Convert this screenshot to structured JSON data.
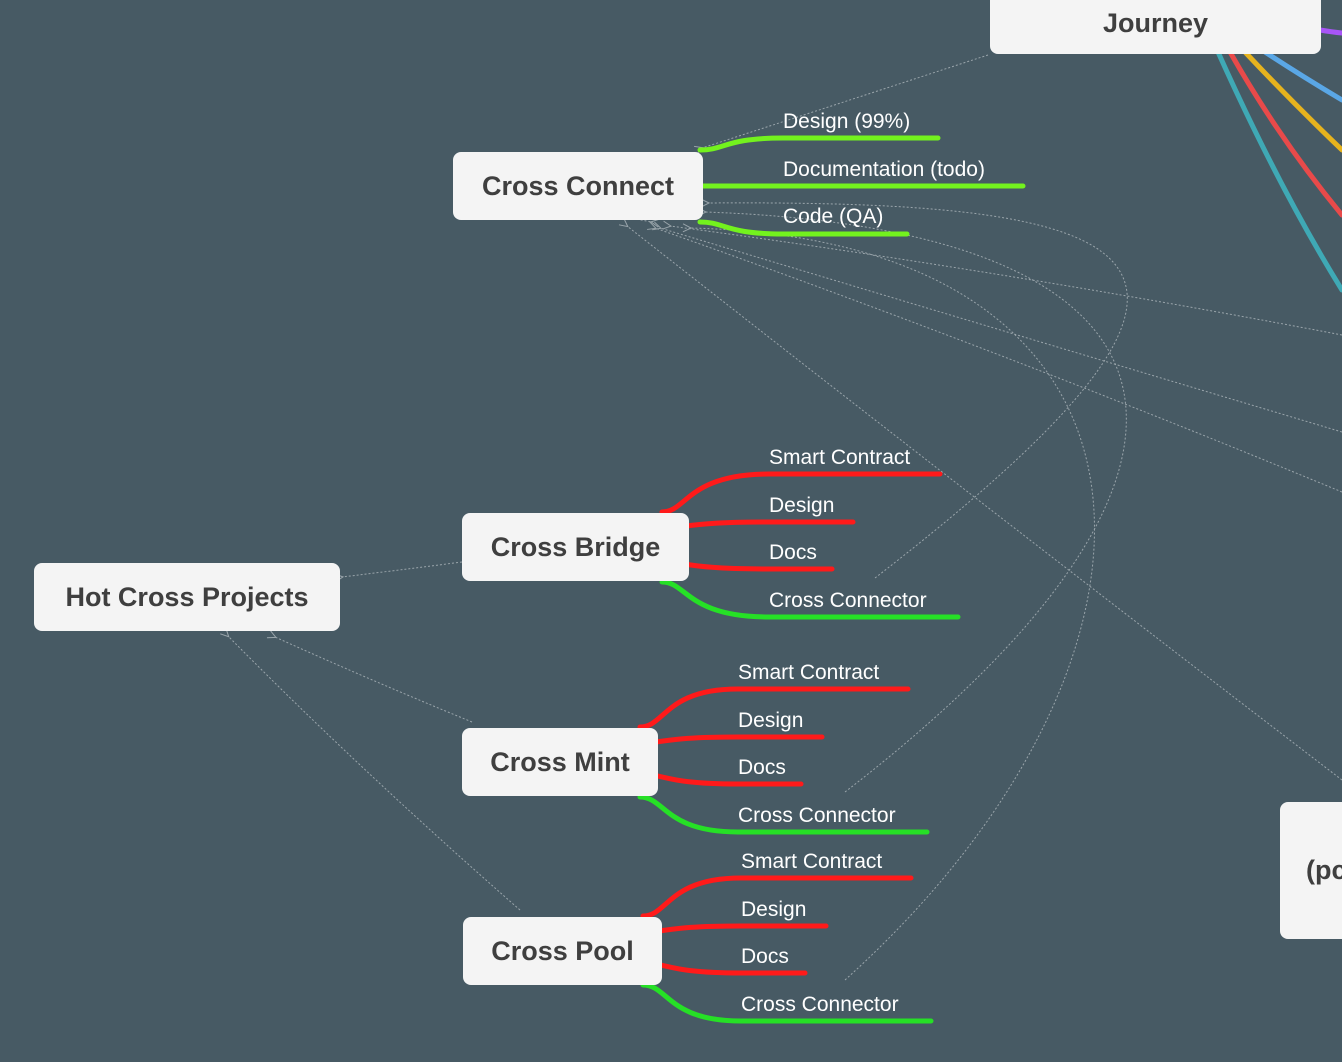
{
  "colors": {
    "background": "#475a64",
    "node_bg": "#f4f4f4",
    "node_text": "#3f3f3f",
    "done": "#73f21e",
    "done_alt": "#26e026",
    "pending": "#ff1a1a",
    "branch_purple": "#a855f7",
    "branch_blue": "#5aa7e6",
    "branch_yellow": "#e6b31e",
    "branch_red": "#e84a4a",
    "branch_teal": "#3fa9b5"
  },
  "nodes": {
    "journey": "Journey",
    "cross_connect": "Cross Connect",
    "cross_bridge": "Cross Bridge",
    "hot_cross_projects": "Hot Cross Projects",
    "cross_mint": "Cross Mint",
    "cross_pool": "Cross Pool",
    "partial_right": "(pc"
  },
  "cross_connect_items": [
    {
      "label": "Design (99%)",
      "status": "done"
    },
    {
      "label": "Documentation (todo)",
      "status": "done"
    },
    {
      "label": "Code (QA)",
      "status": "done"
    }
  ],
  "cross_bridge_items": [
    {
      "label": "Smart Contract",
      "status": "pending"
    },
    {
      "label": "Design",
      "status": "pending"
    },
    {
      "label": "Docs",
      "status": "pending"
    },
    {
      "label": "Cross Connector",
      "status": "done"
    }
  ],
  "cross_mint_items": [
    {
      "label": "Smart Contract",
      "status": "pending"
    },
    {
      "label": "Design",
      "status": "pending"
    },
    {
      "label": "Docs",
      "status": "pending"
    },
    {
      "label": "Cross Connector",
      "status": "done"
    }
  ],
  "cross_pool_items": [
    {
      "label": "Smart Contract",
      "status": "pending"
    },
    {
      "label": "Design",
      "status": "pending"
    },
    {
      "label": "Docs",
      "status": "pending"
    },
    {
      "label": "Cross Connector",
      "status": "done"
    }
  ]
}
